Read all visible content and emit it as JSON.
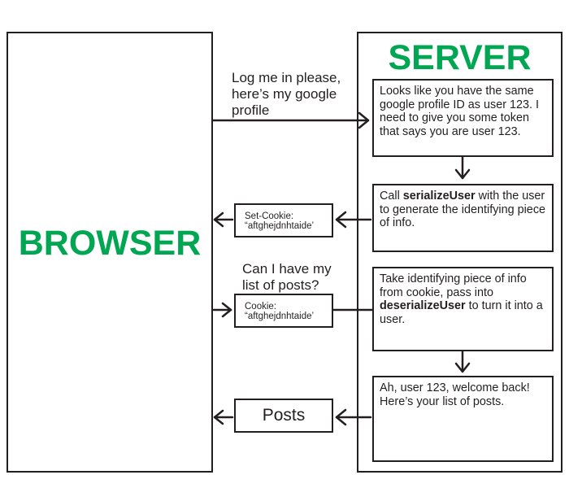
{
  "browser": {
    "title": "BROWSER"
  },
  "server": {
    "title": "SERVER"
  },
  "colors": {
    "accent": "#00a651",
    "stroke": "#231f20"
  },
  "steps": [
    {
      "text": "Looks like you have the same google profile ID as user 123. I need to give you some token that says you are user 123."
    },
    {
      "pre": "Call ",
      "bold": "serializeUser",
      "post": " with the user to generate the identifying piece of info."
    },
    {
      "pre": "Take identifying piece of info from cookie, pass into ",
      "bold": "deserializeUser",
      "post": " to turn it into a user."
    },
    {
      "text": "Ah, user 123, welcome back! Here’s your list of posts."
    }
  ],
  "messages": {
    "login_request": "Log me in please, here’s my google profile",
    "posts_request": "Can I have my list of posts?",
    "set_cookie": {
      "header": "Set-Cookie:",
      "value": "“aftghejdnhtaide’"
    },
    "cookie": {
      "header": "Cookie:",
      "value": "“aftghejdnhtaide’"
    },
    "posts": "Posts"
  }
}
